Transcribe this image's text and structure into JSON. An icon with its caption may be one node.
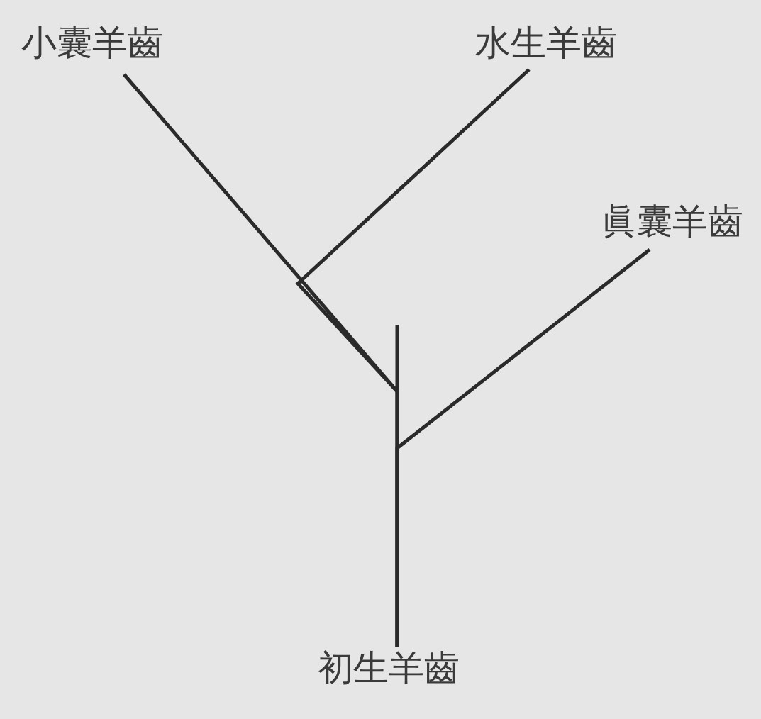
{
  "diagram": {
    "nodes": [
      {
        "text": [
          "小囊羊齒"
        ]
      },
      {
        "text": [
          "水生羊齒"
        ]
      },
      {
        "text": [
          "眞囊羊齒"
        ]
      },
      {
        "text": [
          "初生羊齒"
        ]
      }
    ],
    "edges": [
      {
        "from": 3,
        "to": 0,
        "arrow": "none"
      },
      {
        "from": 3,
        "to": 1,
        "arrow": "none"
      },
      {
        "from": 3,
        "to": 2,
        "arrow": "none"
      }
    ]
  }
}
